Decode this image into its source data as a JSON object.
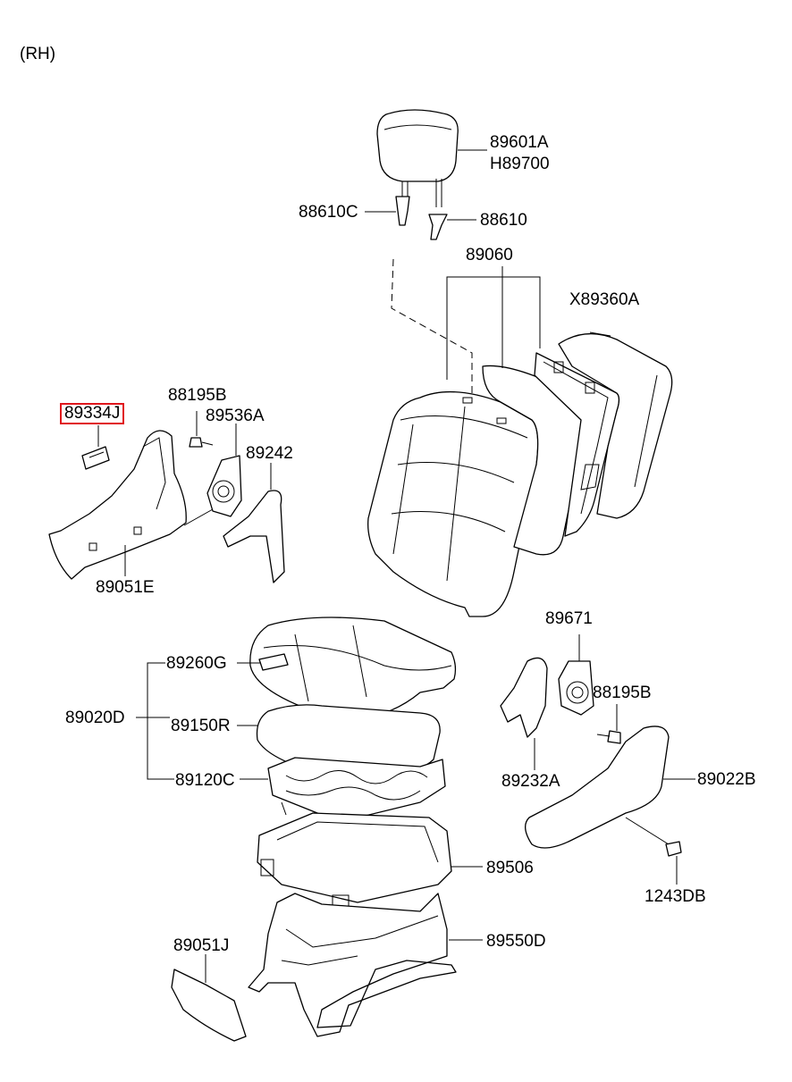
{
  "side_label": "(RH)",
  "highlight_color": "#e0161c",
  "parts": {
    "headrest": {
      "line1": "89601A",
      "line2": "H89700"
    },
    "guide_left": "88610C",
    "guide_right": "88610",
    "back_assy": "89060",
    "back_frame": "X89360A",
    "bolt_left": "88195B",
    "recliner_left": "89536A",
    "selected_part": "89334J",
    "lever_cover": "89242",
    "shield_left": "89051E",
    "cushion_covering": "89260G",
    "cushion_assy": "89020D",
    "cushion_pad": "89150R",
    "cushion_frame": "89120C",
    "recliner_right": "89671",
    "bolt_right": "88195B",
    "lever_right": "89232A",
    "shield_right": "89022B",
    "tray": "89506",
    "screw": "1243DB",
    "track": "89550D",
    "shield_front": "89051J"
  }
}
